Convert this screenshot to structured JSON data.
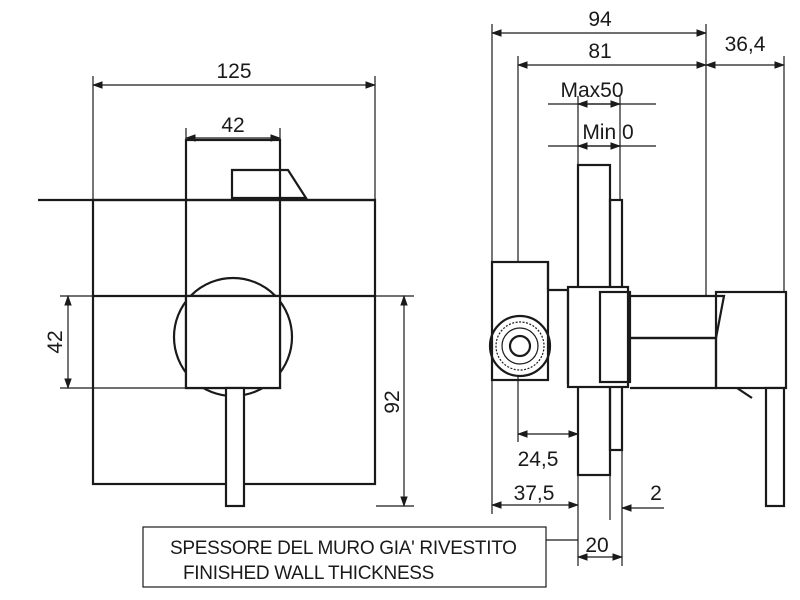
{
  "dimensions": {
    "front_width": "125",
    "front_inner_width": "42",
    "front_inner_height": "42",
    "front_height": "92",
    "side_total": "94",
    "side_81": "81",
    "side_364": "36,4",
    "max": "Max50",
    "min": "Min 0",
    "d245": "24,5",
    "d375": "37,5",
    "d2": "2",
    "d20": "20"
  },
  "note": {
    "line1": "SPESSORE DEL MURO GIA' RIVESTITO",
    "line2": "FINISHED WALL THICKNESS"
  },
  "colors": {
    "line": "#1a1a1a",
    "background": "#ffffff"
  }
}
